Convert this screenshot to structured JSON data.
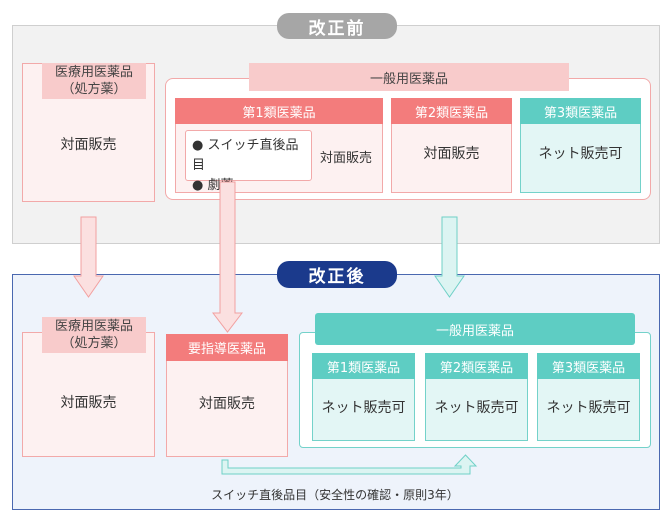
{
  "before": {
    "title": "改正前",
    "rx": {
      "line1": "医療用医薬品",
      "line2": "（処方薬）",
      "sales": "対面販売"
    },
    "otc": {
      "title": "一般用医薬品",
      "class1": {
        "title": "第1類医薬品",
        "bullet1": "スイッチ直後品目",
        "bullet2": "劇薬",
        "sales": "対面販売"
      },
      "class2": {
        "title": "第2類医薬品",
        "sales": "対面販売"
      },
      "class3": {
        "title": "第3類医薬品",
        "sales": "ネット販売可"
      }
    }
  },
  "after": {
    "title": "改正後",
    "rx": {
      "line1": "医療用医薬品",
      "line2": "（処方薬）",
      "sales": "対面販売"
    },
    "guidance": {
      "title": "要指導医薬品",
      "sales": "対面販売"
    },
    "otc": {
      "title": "一般用医薬品",
      "class1": {
        "title": "第1類医薬品",
        "sales": "ネット販売可"
      },
      "class2": {
        "title": "第2類医薬品",
        "sales": "ネット販売可"
      },
      "class3": {
        "title": "第3類医薬品",
        "sales": "ネット販売可"
      }
    },
    "note": "スイッチ直後品目（安全性の確認・原則3年）"
  },
  "colors": {
    "pink": "#f8cbcb",
    "red": "#f37c7c",
    "teal": "#5ecdc3",
    "navy": "#1b3a8c",
    "gray": "#a6a6a6"
  }
}
